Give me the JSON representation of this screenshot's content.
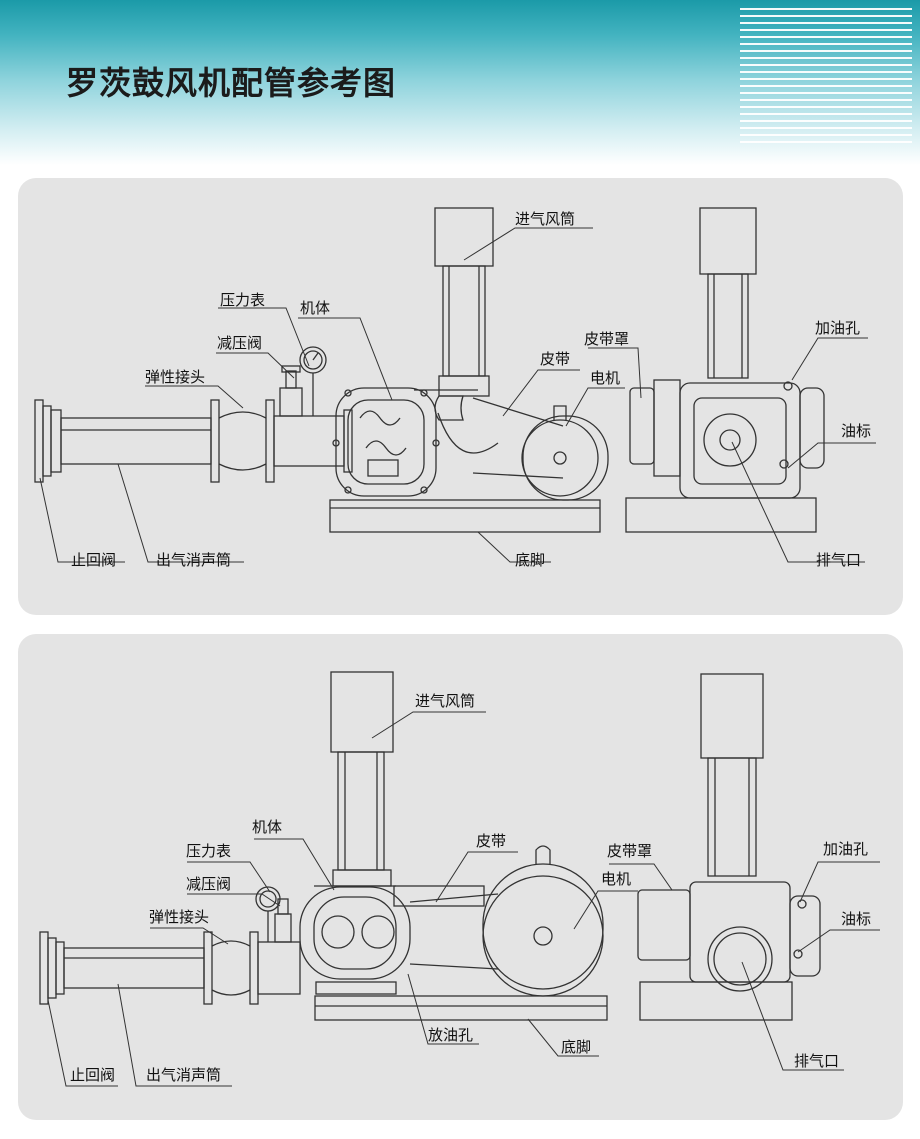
{
  "page": {
    "title": "罗茨鼓风机配管参考图",
    "colors": {
      "band": "#1b9aa8",
      "panel": "#e4e4e4",
      "line": "#333333"
    }
  },
  "diagram1": {
    "labels": {
      "intake": "进气风筒",
      "pressure_gauge": "压力表",
      "body": "机体",
      "relief_valve": "减压阀",
      "flex_joint": "弹性接头",
      "belt": "皮带",
      "belt_cover": "皮带罩",
      "motor": "电机",
      "oil_fill": "加油孔",
      "oil_gauge": "油标",
      "check_valve": "止回阀",
      "silencer": "出气消声筒",
      "base": "底脚",
      "outlet": "排气口"
    }
  },
  "diagram2": {
    "labels": {
      "intake": "进气风筒",
      "body": "机体",
      "pressure_gauge": "压力表",
      "relief_valve": "减压阀",
      "flex_joint": "弹性接头",
      "belt": "皮带",
      "belt_cover": "皮带罩",
      "motor": "电机",
      "oil_fill": "加油孔",
      "oil_gauge": "油标",
      "drain": "放油孔",
      "base": "底脚",
      "outlet": "排气口",
      "check_valve": "止回阀",
      "silencer": "出气消声筒"
    }
  }
}
